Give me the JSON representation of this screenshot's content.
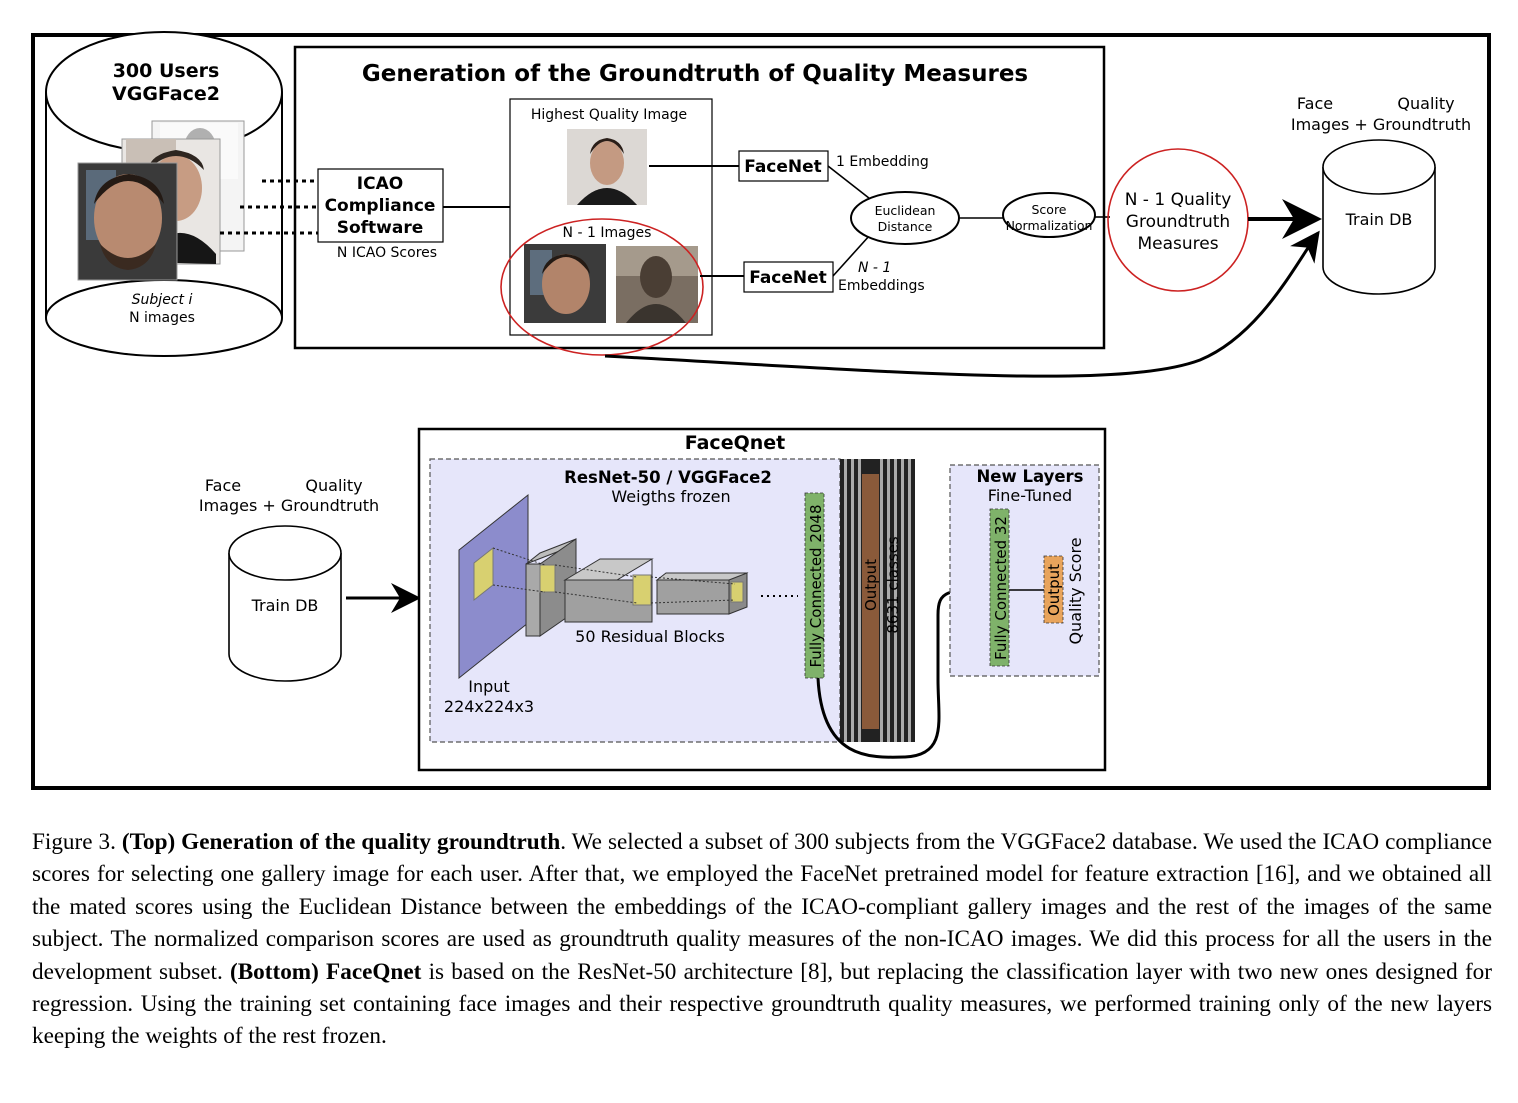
{
  "top": {
    "title": "Generation of the Groundtruth of Quality Measures",
    "db_title_line1": "300 Users",
    "db_title_line2": "VGGFace2",
    "subject_line1": "Subject i",
    "subject_line2": "N images",
    "icao_line1": "ICAO",
    "icao_line2": "Compliance",
    "icao_line3": "Software",
    "icao_scores": "N ICAO Scores",
    "highest_quality": "Highest Quality Image",
    "n1_images": "N - 1 Images",
    "facenet_top": "FaceNet",
    "facenet_bottom": "FaceNet",
    "one_embedding": "1 Embedding",
    "n1_embeddings_line1": "N - 1",
    "n1_embeddings_line2": "Embeddings",
    "euclid_line1": "Euclidean",
    "euclid_line2": "Distance",
    "score_line1": "Score",
    "score_line2": "Normalization",
    "quality_line1": "N - 1 Quality",
    "quality_line2": "Groundtruth",
    "quality_line3": "Measures",
    "traindb_caption_line1a": "Face",
    "traindb_caption_line1b": "Quality",
    "traindb_caption_line2": "Images + Groundtruth",
    "traindb": "Train DB"
  },
  "bottom": {
    "title": "FaceQnet",
    "db_caption_line1a": "Face",
    "db_caption_line1b": "Quality",
    "db_caption_line2": "Images + Groundtruth",
    "traindb": "Train DB",
    "resnet_title": "ResNet-50 / VGGFace2",
    "resnet_sub": "Weigths frozen",
    "residual": "50 Residual Blocks",
    "input_line1": "Input",
    "input_line2": "224x224x3",
    "fc2048": "Fully Connected 2048",
    "output": "Output",
    "classes": "8631 classes",
    "new_layers": "New Layers",
    "fine_tuned": "Fine-Tuned",
    "fc32": "Fully Connected 32",
    "output2": "Output",
    "quality_score": "Quality Score"
  },
  "colors": {
    "resnet_fill": "#e6e6fa",
    "input_plane": "#8c8ccc",
    "fc_green": "#7fb26a",
    "output_orange": "#e8a45c",
    "red_ellipse": "#cc2222",
    "yellow_patch": "#d8d070"
  },
  "caption": {
    "fig": "Figure 3.",
    "top_label": "(Top) Generation of the quality groundtruth",
    "text1": ". We selected a subset of 300 subjects from the VGGFace2 database. We used the ICAO compliance scores for selecting one gallery image for each user. After that, we employed the FaceNet pretrained model for feature extraction [16], and we obtained all the mated scores using the Euclidean Distance between the embeddings of the ICAO-compliant gallery images and the rest of the images of the same subject.  The normalized comparison scores are used as groundtruth quality measures of the non-ICAO images.  We did this process for all the users in the development subset. ",
    "bottom_label": "(Bottom) FaceQnet",
    "text2": " is based on the ResNet-50 architecture [8], but replacing the classification layer with two new ones designed for regression.  Using the training set containing face images and their respective groundtruth quality measures, we performed training only of the new layers keeping the weights of the rest frozen."
  }
}
